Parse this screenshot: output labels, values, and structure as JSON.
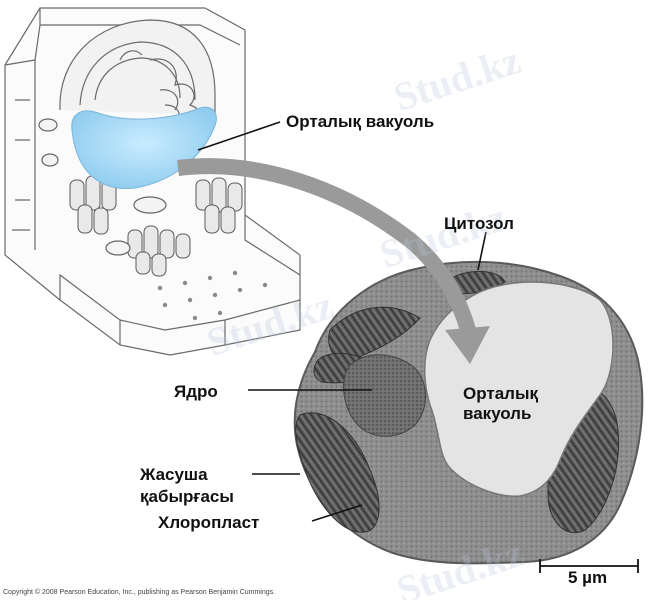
{
  "labels": {
    "central_vacuole_top": "Орталық вакуоль",
    "cytosol": "Цитозол",
    "nucleus": "Ядро",
    "central_vacuole_line1": "Орталық",
    "central_vacuole_line2": "вакуоль",
    "cell_wall_line1": "Жасуша",
    "cell_wall_line2": "қабырғасы",
    "chloroplast": "Хлоропласт",
    "scale_bar": "5 µm"
  },
  "copyright": "Copyright © 2008 Pearson Education, Inc., publishing as Pearson Benjamin Cummings.",
  "watermark": "Stud.kz",
  "colors": {
    "vacuole": "#9fd4f2",
    "arrow": "#9a9a9a",
    "cell_body": "#8f8f8f",
    "vacuole_micro": "#e6e6e6",
    "watermark": "#b9c9dc"
  }
}
